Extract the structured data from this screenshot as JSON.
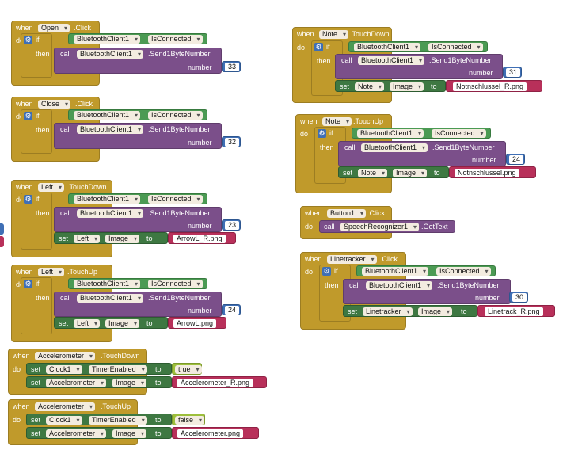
{
  "words": {
    "when": "when",
    "do": "do",
    "if": "if",
    "then": "then",
    "call": "call",
    "set": "set",
    "to": "to",
    "number": "number"
  },
  "events": {
    "open": {
      "component": "Open",
      "event": ".Click",
      "client": "BluetoothClient1",
      "prop": "IsConnected",
      "method": ".Send1ByteNumber",
      "number": "33"
    },
    "close": {
      "component": "Close",
      "event": ".Click",
      "client": "BluetoothClient1",
      "prop": "IsConnected",
      "method": ".Send1ByteNumber",
      "number": "32"
    },
    "left_down": {
      "component": "Left",
      "event": ".TouchDown",
      "client": "BluetoothClient1",
      "prop": "IsConnected",
      "method": ".Send1ByteNumber",
      "number": "23",
      "set_component": "Left",
      "set_prop": "Image",
      "image": "ArrowL_R.png"
    },
    "left_up": {
      "component": "Left",
      "event": ".TouchUp",
      "client": "BluetoothClient1",
      "prop": "IsConnected",
      "method": ".Send1ByteNumber",
      "number": "24",
      "set_component": "Left",
      "set_prop": "Image",
      "image": "ArrowL.png"
    },
    "accel_down": {
      "component": "Accelerometer",
      "event": ".TouchDown",
      "timer_component": "Clock1",
      "timer_prop": "TimerEnabled",
      "timer_value": "true",
      "set_component": "Accelerometer",
      "set_prop": "Image",
      "image": "Accelerometer_R.png"
    },
    "accel_up": {
      "component": "Accelerometer",
      "event": ".TouchUp",
      "timer_component": "Clock1",
      "timer_prop": "TimerEnabled",
      "timer_value": "false",
      "set_component": "Accelerometer",
      "set_prop": "Image",
      "image": "Accelerometer.png"
    },
    "note_down": {
      "component": "Note",
      "event": ".TouchDown",
      "client": "BluetoothClient1",
      "prop": "IsConnected",
      "method": ".Send1ByteNumber",
      "number": "31",
      "set_component": "Note",
      "set_prop": "Image",
      "image": "Notnschlussel_R.png"
    },
    "note_up": {
      "component": "Note",
      "event": ".TouchUp",
      "client": "BluetoothClient1",
      "prop": "IsConnected",
      "method": ".Send1ByteNumber",
      "number": "24",
      "set_component": "Note",
      "set_prop": "Image",
      "image": "Notnschlussel.png"
    },
    "button1": {
      "component": "Button1",
      "event": ".Click",
      "recognizer": "SpeechRecognizer1",
      "method": ".GetText"
    },
    "linetracker": {
      "component": "Linetracker",
      "event": ".Click",
      "client": "BluetoothClient1",
      "prop": "IsConnected",
      "method": ".Send1ByteNumber",
      "number": "30",
      "set_component": "Linetracker",
      "set_prop": "Image",
      "image": "Linetrack_R.png"
    }
  },
  "colors": {
    "event": "#c09a2b",
    "procedure": "#7b4f8a",
    "setter": "#3e7842",
    "getter": "#4b9a53",
    "number": "#3f6fb5",
    "text": "#b8305a",
    "logic": "#9dbf3b"
  },
  "icons": {
    "mutator": "gear-icon",
    "dropdown": "chevron-down-icon"
  }
}
